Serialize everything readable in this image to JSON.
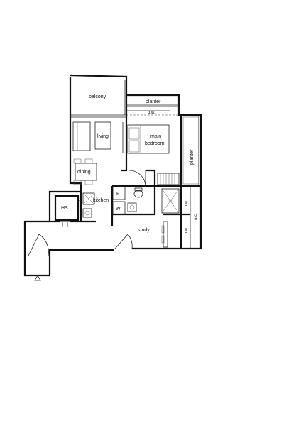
{
  "plan": {
    "rooms": {
      "balcony": "balcony",
      "planter_top": "planter",
      "bw_top": "b.w.",
      "living": "living",
      "main_bedroom_line1": "main",
      "main_bedroom_line2": "bedroom",
      "planter_side": "planter",
      "dining": "dining",
      "kitchen": "kitchen",
      "fridge": "F",
      "washer": "W",
      "hs": "HS",
      "bw_right_upper": "b.w.",
      "bw_right_lower": "b.w.",
      "ac": "a.c.",
      "study": "study"
    }
  }
}
